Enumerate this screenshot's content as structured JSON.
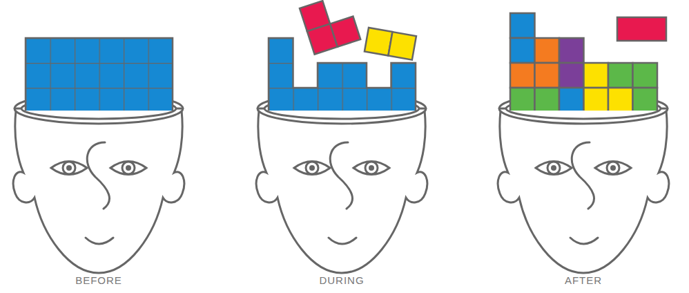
{
  "diagram": {
    "labels": [
      "BEFORE",
      "DURING",
      "AFTER"
    ]
  }
}
